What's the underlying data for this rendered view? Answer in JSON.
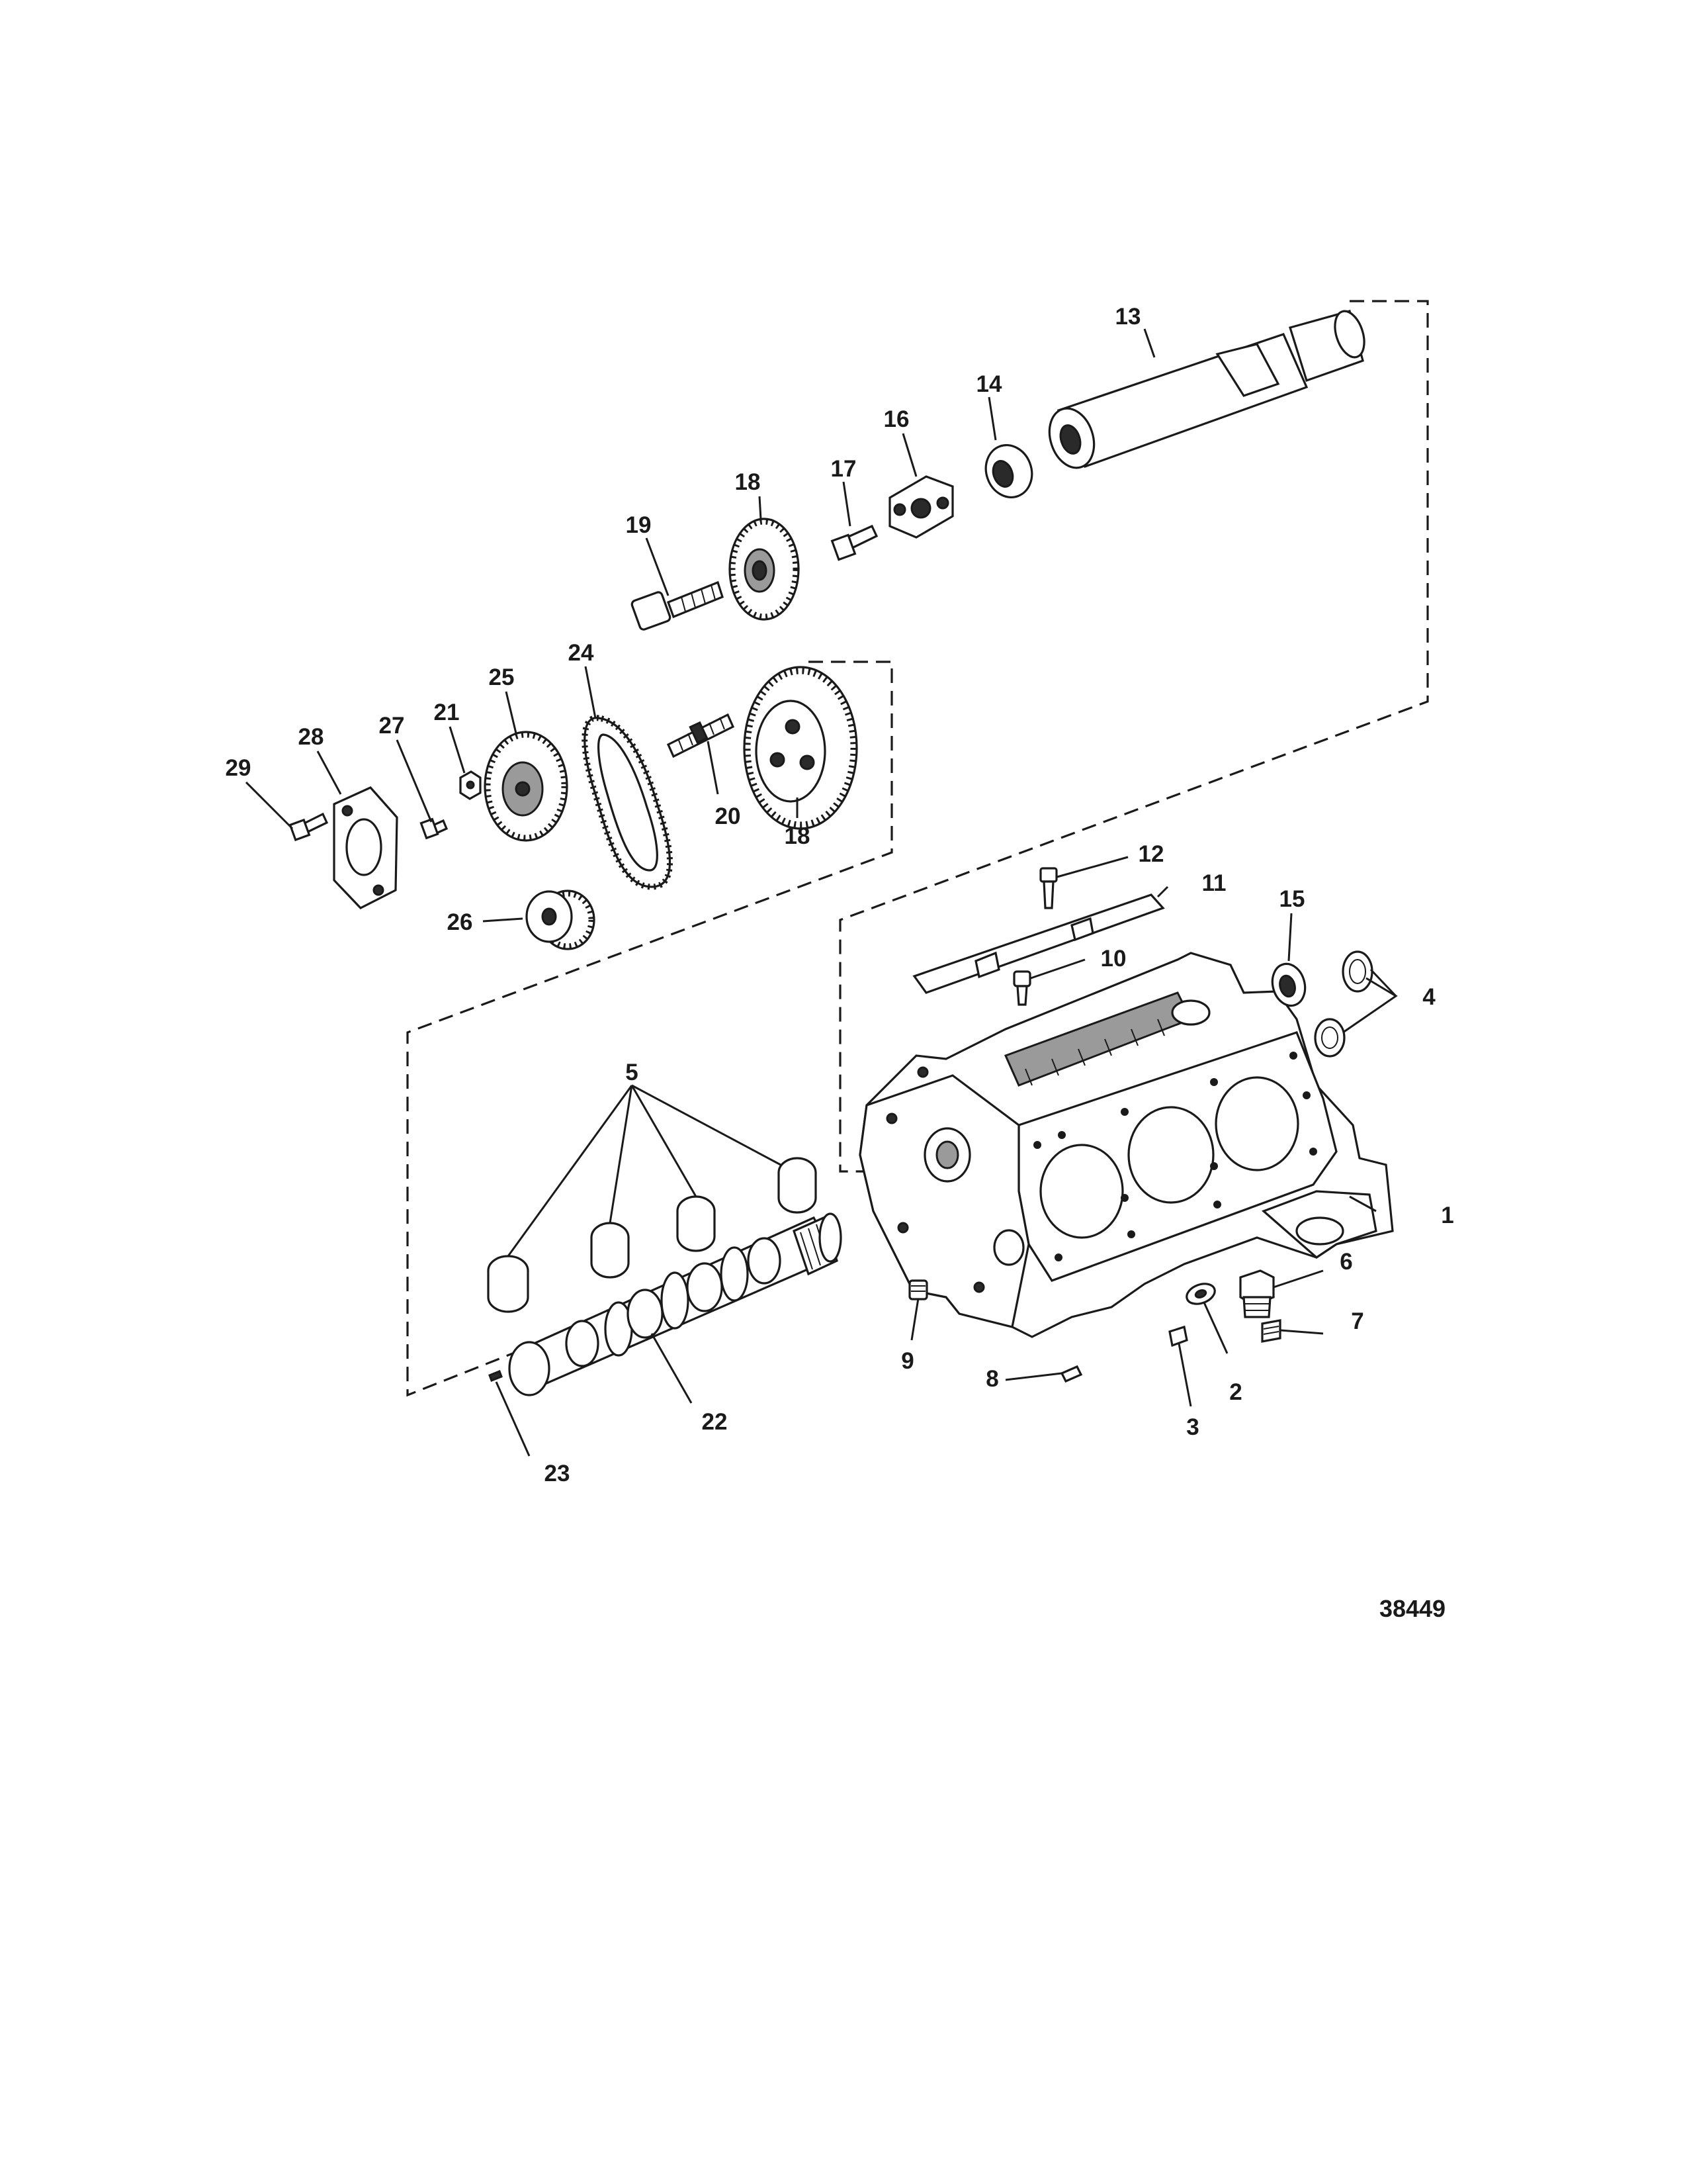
{
  "figure_number": "38449",
  "callouts": {
    "c1": "1",
    "c2": "2",
    "c3": "3",
    "c4": "4",
    "c5": "5",
    "c6": "6",
    "c7": "7",
    "c8": "8",
    "c9": "9",
    "c10": "10",
    "c11": "11",
    "c12": "12",
    "c13": "13",
    "c14": "14",
    "c15": "15",
    "c16": "16",
    "c17": "17",
    "c18a": "18",
    "c18b": "18",
    "c19": "19",
    "c20": "20",
    "c21": "21",
    "c22": "22",
    "c23": "23",
    "c24": "24",
    "c25": "25",
    "c26": "26",
    "c27": "27",
    "c28": "28",
    "c29": "29"
  }
}
